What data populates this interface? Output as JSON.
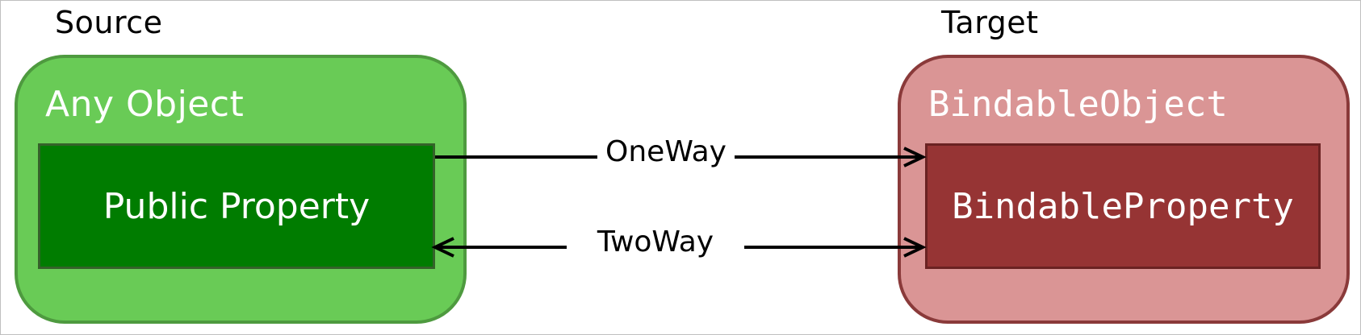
{
  "source": {
    "heading": "Source",
    "container_label": "Any Object",
    "property_label": "Public Property",
    "fill": "#69cb56",
    "property_fill": "#007c00"
  },
  "target": {
    "heading": "Target",
    "container_label": "BindableObject",
    "property_label": "BindableProperty",
    "fill": "#da9595",
    "property_fill": "#963434"
  },
  "bindings": {
    "one_way": "OneWay",
    "two_way": "TwoWay"
  }
}
